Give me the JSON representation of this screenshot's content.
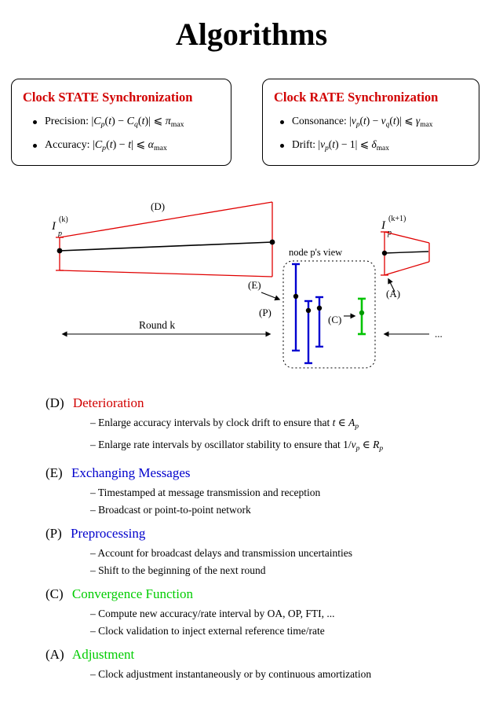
{
  "title": "Algorithms",
  "colors": {
    "heading_red": "#d10000",
    "heading_blue": "#0000cc",
    "heading_green": "#00cc00",
    "diagram_red": "#e00000",
    "diagram_blue": "#0000d0",
    "diagram_green": "#00c400",
    "green_dot": "#009900"
  },
  "boxes": {
    "state": {
      "title": "Clock STATE Synchronization",
      "bullets": [
        [
          "Precision: |",
          {
            "t": "C",
            "s": "i"
          },
          {
            "t": "p",
            "s": "i sub"
          },
          "(",
          {
            "t": "t",
            "s": "i"
          },
          ") − ",
          {
            "t": "C",
            "s": "i"
          },
          {
            "t": "q",
            "s": "i sub"
          },
          "(",
          {
            "t": "t",
            "s": "i"
          },
          ")| ⩽ ",
          {
            "t": "π",
            "s": "i"
          },
          {
            "t": "max",
            "s": "sub"
          }
        ],
        [
          "Accuracy: |",
          {
            "t": "C",
            "s": "i"
          },
          {
            "t": "p",
            "s": "i sub"
          },
          "(",
          {
            "t": "t",
            "s": "i"
          },
          ") − ",
          {
            "t": "t",
            "s": "i"
          },
          "| ⩽ ",
          {
            "t": "α",
            "s": "i"
          },
          {
            "t": "max",
            "s": "sub"
          }
        ]
      ]
    },
    "rate": {
      "title": "Clock RATE Synchronization",
      "bullets": [
        [
          "Consonance: |",
          {
            "t": "v",
            "s": "i"
          },
          {
            "t": "p",
            "s": "i sub"
          },
          "(",
          {
            "t": "t",
            "s": "i"
          },
          ") − ",
          {
            "t": "v",
            "s": "i"
          },
          {
            "t": "q",
            "s": "i sub"
          },
          "(",
          {
            "t": "t",
            "s": "i"
          },
          ")| ⩽ ",
          {
            "t": "γ",
            "s": "i"
          },
          {
            "t": "max",
            "s": "sub"
          }
        ],
        [
          "Drift: |",
          {
            "t": "v",
            "s": "i"
          },
          {
            "t": "p",
            "s": "i sub"
          },
          "(",
          {
            "t": "t",
            "s": "i"
          },
          ") − 1| ⩽ ",
          {
            "t": "δ",
            "s": "i"
          },
          {
            "t": "max",
            "s": "sub"
          }
        ]
      ]
    }
  },
  "diagram": {
    "interval_k": {
      "base": "I",
      "sub": "p",
      "sup": "(k)"
    },
    "interval_k1": {
      "base": "I",
      "sub": "p",
      "sup": "(k+1)"
    },
    "node_view": "node p's view",
    "round_label": "Round k",
    "ellipsis": "...",
    "tag_d": "(D)",
    "tag_e": "(E)",
    "tag_p": "(P)",
    "tag_c": "(C)",
    "tag_a": "(A)"
  },
  "sections": [
    {
      "tag": "(D)",
      "heading": "Deterioration",
      "color": "#d10000",
      "bullets": [
        [
          "– Enlarge accuracy intervals by clock drift to ensure that ",
          {
            "t": "t",
            "s": "i"
          },
          " ∈ ",
          {
            "t": "A",
            "s": "i"
          },
          {
            "t": "p",
            "s": "i sub"
          }
        ],
        [
          "– Enlarge rate intervals by oscillator stability to ensure that 1/",
          {
            "t": "v",
            "s": "i"
          },
          {
            "t": "p",
            "s": "i sub"
          },
          " ∈ ",
          {
            "t": "R",
            "s": "i"
          },
          {
            "t": "p",
            "s": "i sub"
          }
        ]
      ]
    },
    {
      "tag": "(E)",
      "heading": "Exchanging Messages",
      "color": "#0000cc",
      "bullets": [
        [
          "– Timestamped at message transmission and reception"
        ],
        [
          "– Broadcast or point-to-point network"
        ]
      ]
    },
    {
      "tag": "(P)",
      "heading": "Preprocessing",
      "color": "#0000cc",
      "bullets": [
        [
          "– Account for broadcast delays and transmission uncertainties"
        ],
        [
          "– Shift to the beginning of the next round"
        ]
      ]
    },
    {
      "tag": "(C)",
      "heading": "Convergence Function",
      "color": "#00cc00",
      "bullets": [
        [
          "– Compute new accuracy/rate interval by OA, OP, FTI, ..."
        ],
        [
          "– Clock validation to inject external reference time/rate"
        ]
      ]
    },
    {
      "tag": "(A)",
      "heading": "Adjustment",
      "color": "#00cc00",
      "bullets": [
        [
          "– Clock adjustment instantaneously or by continuous amortization"
        ]
      ]
    }
  ]
}
